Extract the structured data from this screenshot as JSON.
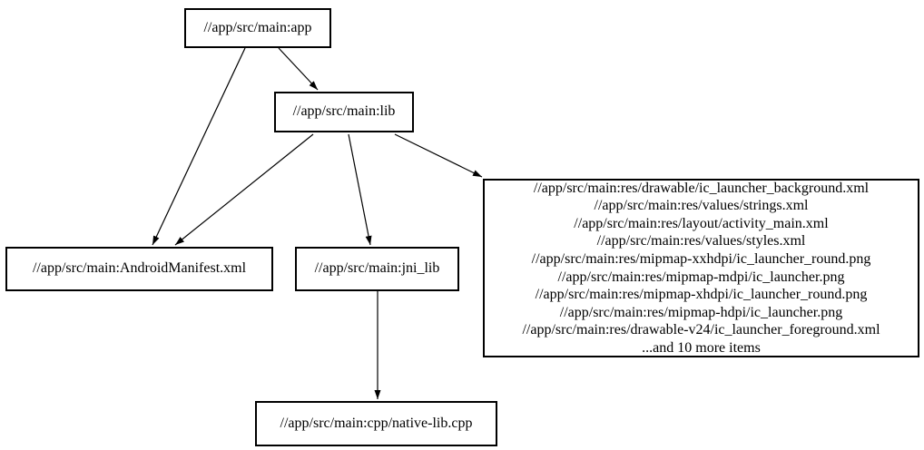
{
  "graph": {
    "type": "directed-dependency-graph",
    "background_color": "#ffffff",
    "stroke_color": "#000000",
    "text_color": "#000000",
    "nodes": {
      "app": {
        "label": "//app/src/main:app"
      },
      "lib": {
        "label": "//app/src/main:lib"
      },
      "android_manifest": {
        "label": "//app/src/main:AndroidManifest.xml"
      },
      "jni_lib": {
        "label": "//app/src/main:jni_lib"
      },
      "native_lib": {
        "label": "//app/src/main:cpp/native-lib.cpp"
      },
      "resources": {
        "lines": [
          "//app/src/main:res/drawable/ic_launcher_background.xml",
          "//app/src/main:res/values/strings.xml",
          "//app/src/main:res/layout/activity_main.xml",
          "//app/src/main:res/values/styles.xml",
          "//app/src/main:res/mipmap-xxhdpi/ic_launcher_round.png",
          "//app/src/main:res/mipmap-mdpi/ic_launcher.png",
          "//app/src/main:res/mipmap-xhdpi/ic_launcher_round.png",
          "//app/src/main:res/mipmap-hdpi/ic_launcher.png",
          "//app/src/main:res/drawable-v24/ic_launcher_foreground.xml",
          "...and 10 more items"
        ]
      }
    },
    "edges": [
      {
        "from": "app",
        "to": "lib"
      },
      {
        "from": "app",
        "to": "android_manifest"
      },
      {
        "from": "lib",
        "to": "android_manifest"
      },
      {
        "from": "lib",
        "to": "jni_lib"
      },
      {
        "from": "lib",
        "to": "resources"
      },
      {
        "from": "jni_lib",
        "to": "native_lib"
      }
    ]
  }
}
